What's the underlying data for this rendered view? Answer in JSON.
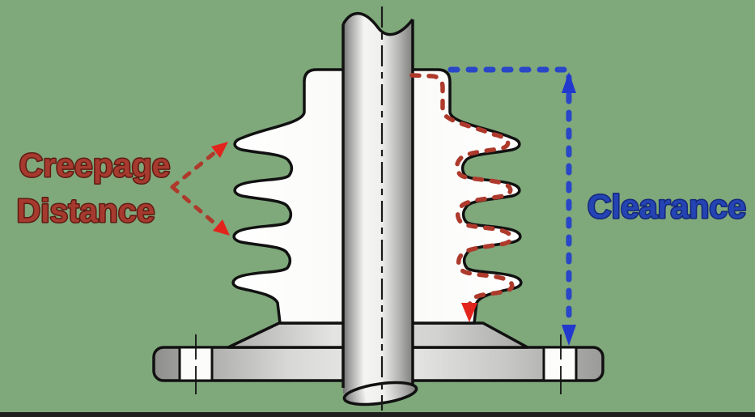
{
  "scene": {
    "background_color": "#7FA87B",
    "bottom_edge_color": "#1E1E1E"
  },
  "labels": {
    "creepage": {
      "line1": "Creepage",
      "line2": "Distance",
      "fill": "#A63A2E"
    },
    "clearance": {
      "text": "Clearance",
      "fill": "#2444B4"
    }
  },
  "annotations": {
    "creepage_dash_color": "#AE3A2C",
    "creepage_arrow_color": "#E3241D",
    "clearance_dash_color": "#2946C8",
    "clearance_arrow_color": "#2139CC"
  }
}
